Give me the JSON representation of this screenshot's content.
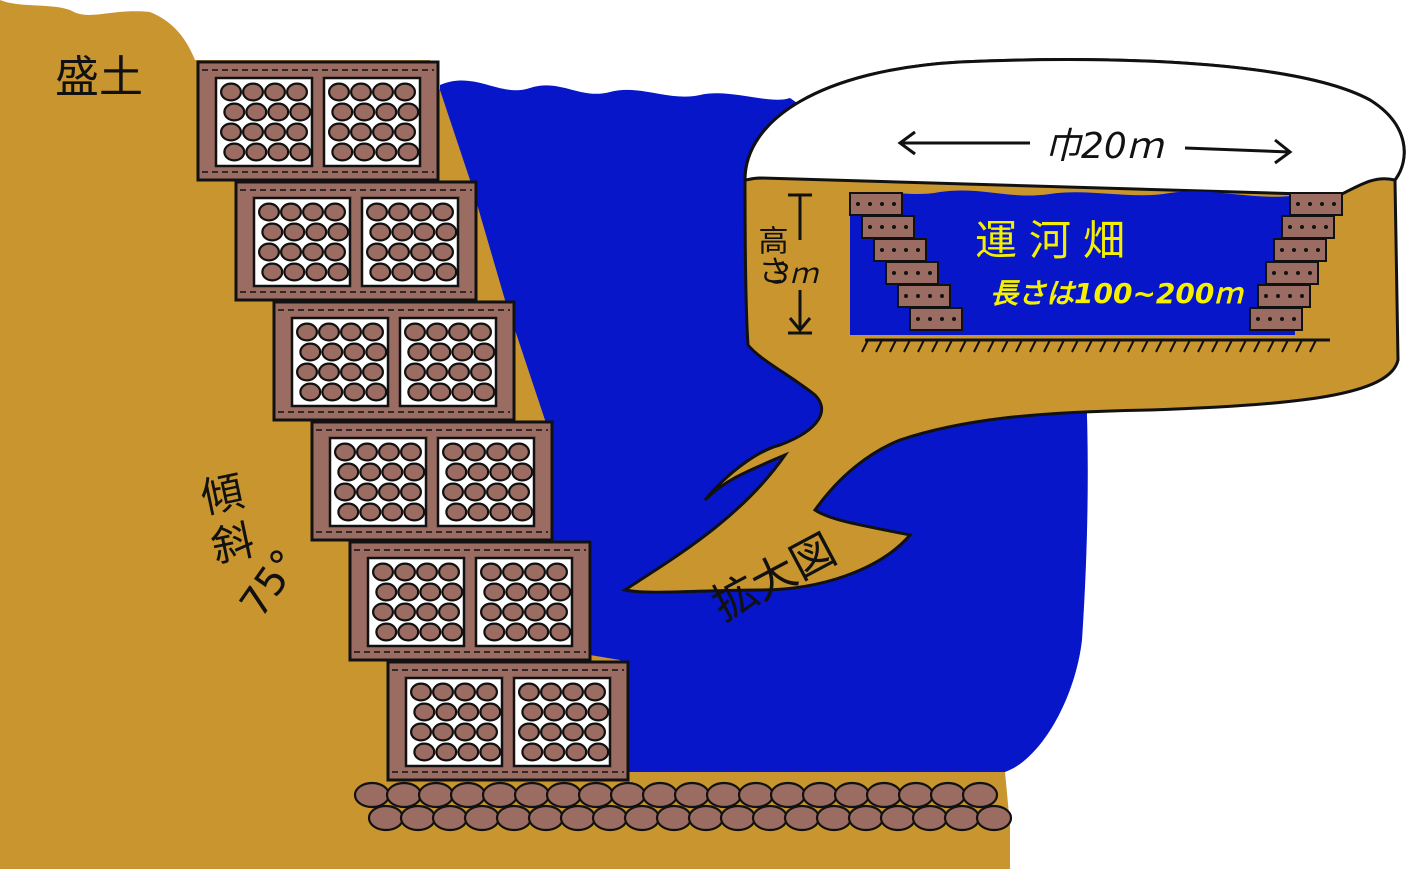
{
  "labels": {
    "fill": "盛土",
    "slope_title": "傾斜",
    "slope_value": "75°",
    "zoom": "拡大図",
    "width": "巾20ｍ",
    "height_word": "高さ",
    "height_value": "3ｍ",
    "canal_field": "運河畑",
    "length": "長さは100~200ｍ"
  },
  "colors": {
    "earth": "#c9952f",
    "water": "#0616c8",
    "crib": "#9b6c62",
    "stone": "#9b6c62",
    "outline": "#111111",
    "label_text": "#111111",
    "highlight_text": "#f4f000",
    "background": "#ffffff"
  },
  "crib_rows": 6,
  "crib_columns": 2
}
